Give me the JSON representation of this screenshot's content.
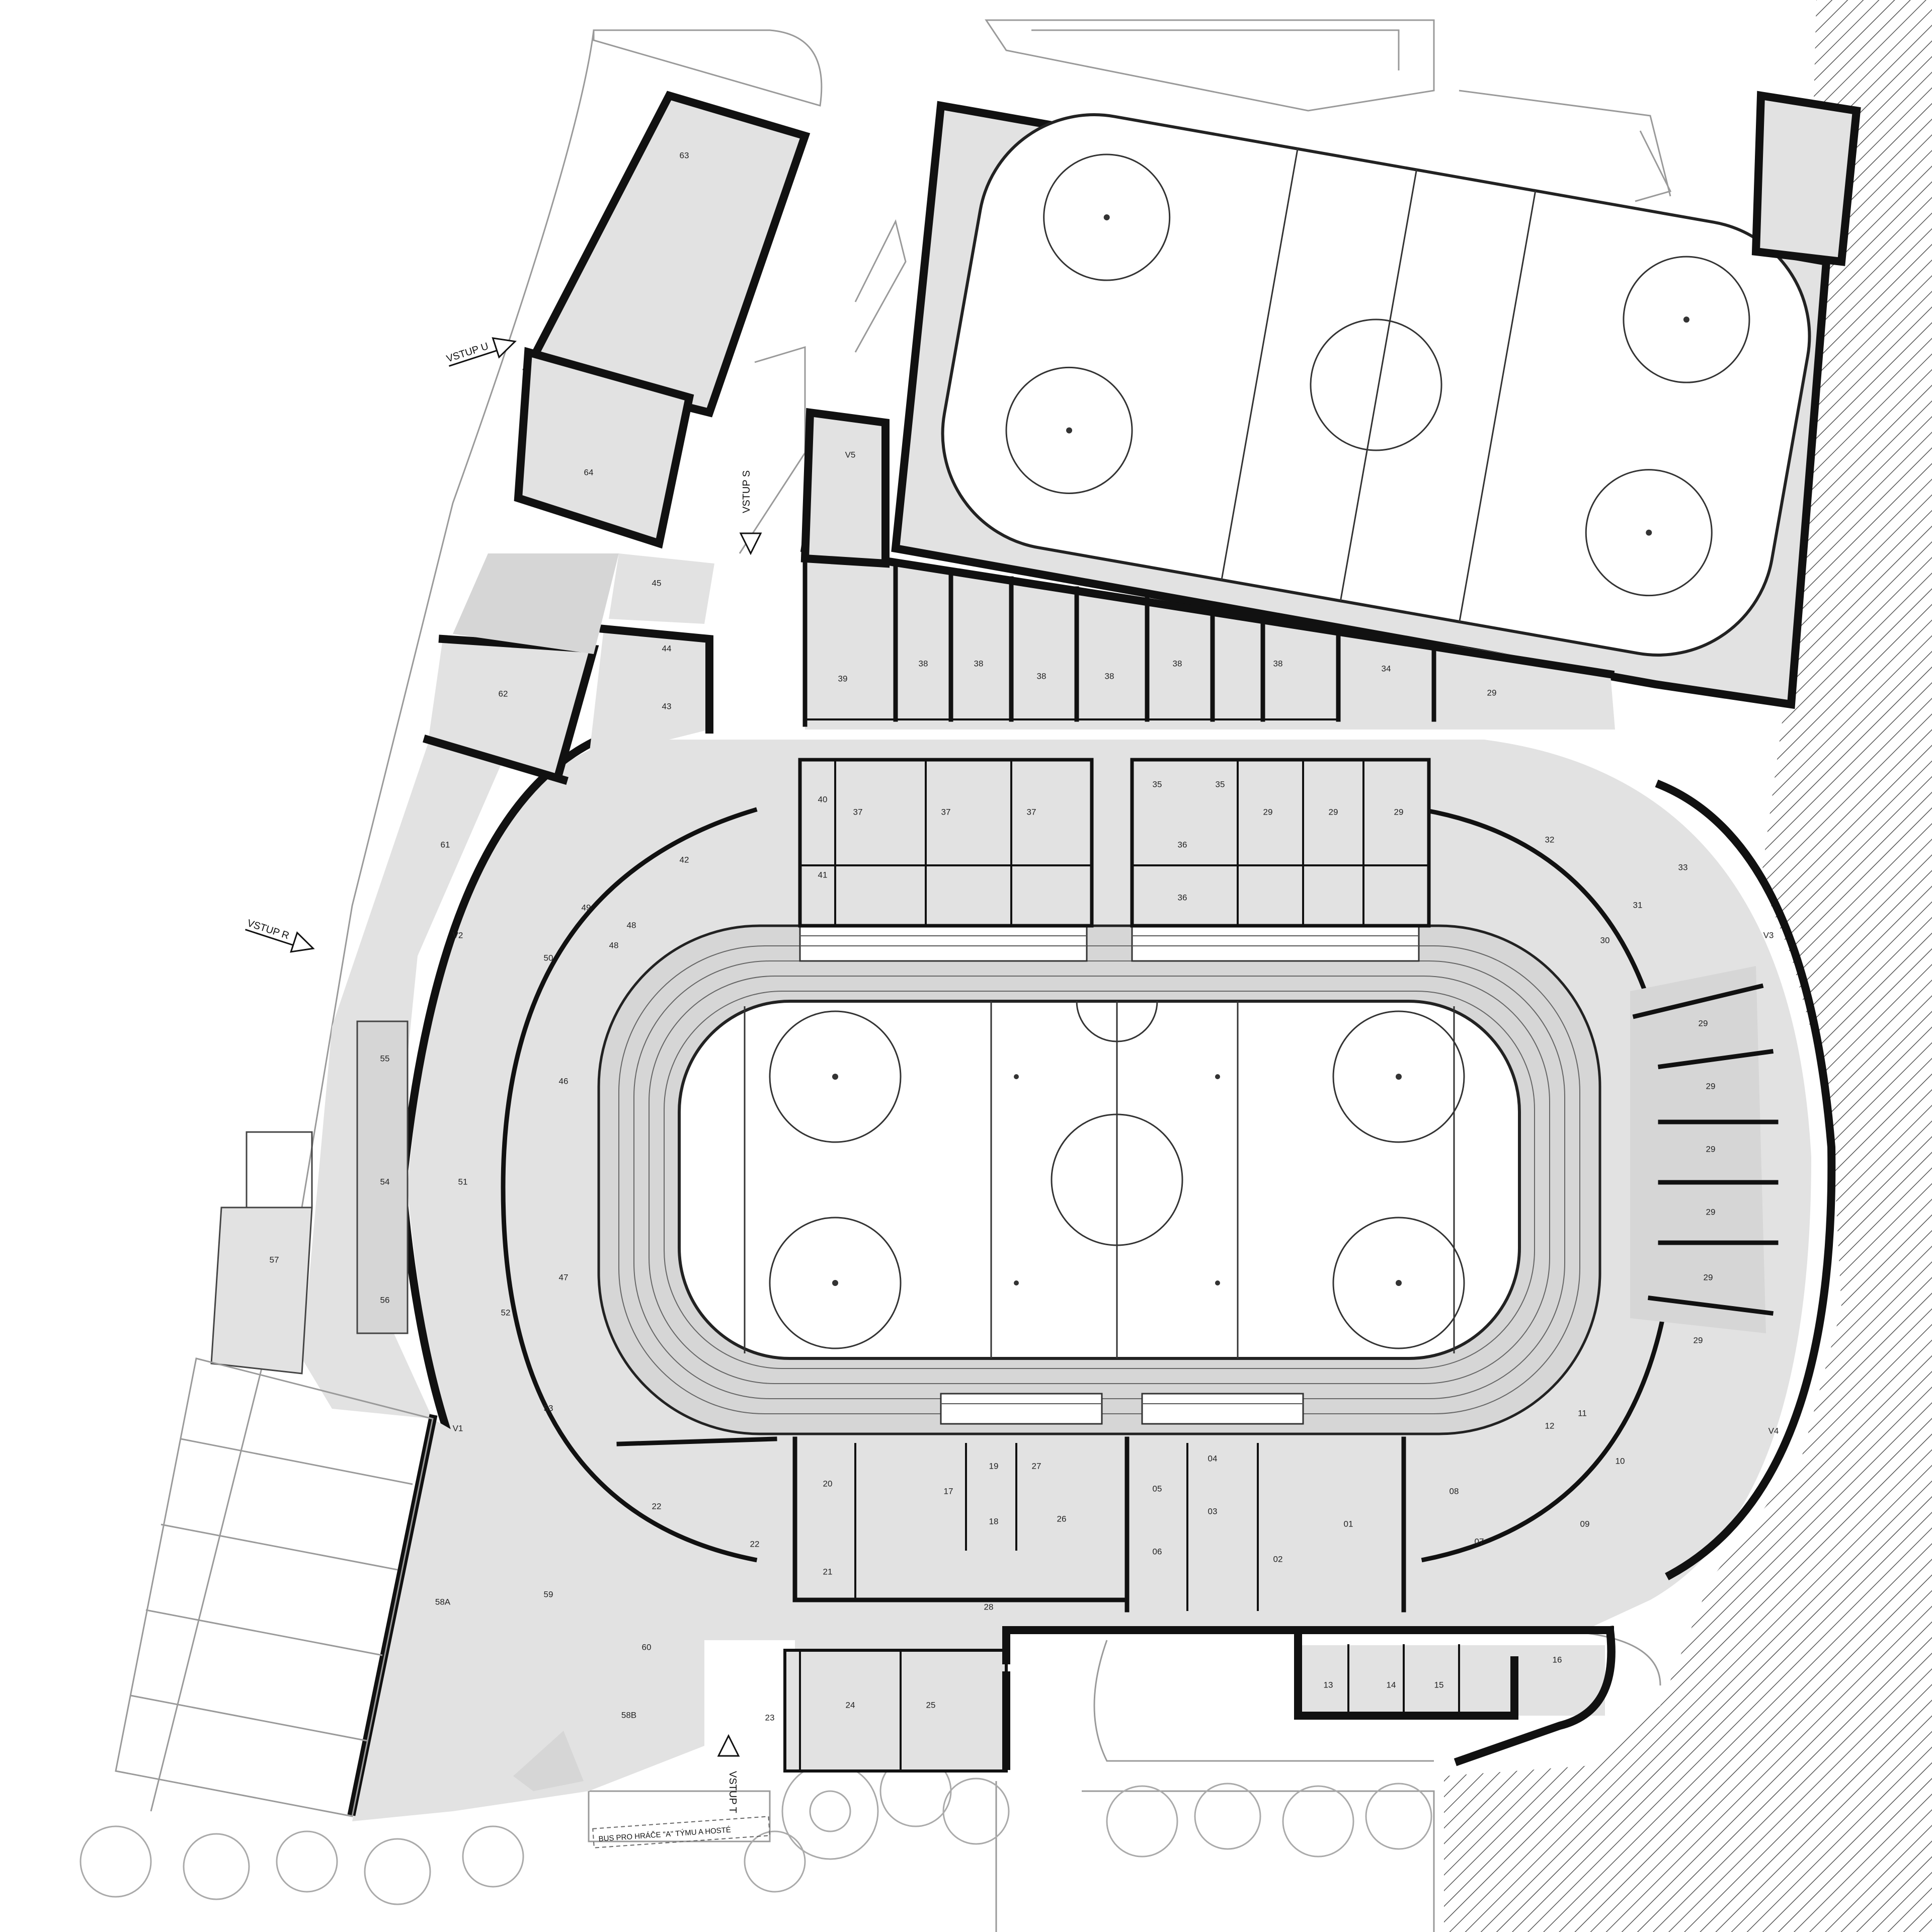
{
  "diagram": {
    "type": "architectural-floor-plan",
    "entrances": [
      {
        "id": "u",
        "label": "VSTUP U"
      },
      {
        "id": "s",
        "label": "VSTUP S"
      },
      {
        "id": "r",
        "label": "VSTUP R"
      },
      {
        "id": "t",
        "label": "VSTUP T"
      }
    ],
    "notes": {
      "bus": "BUS PRO HRÁČE \"A\" TÝMU A HOSTÉ"
    },
    "rooms": {
      "r01": "01",
      "r02": "02",
      "r03": "03",
      "r04": "04",
      "r05": "05",
      "r06": "06",
      "r07": "07",
      "r08": "08",
      "r09": "09",
      "r10": "10",
      "r11": "11",
      "r12": "12",
      "r13": "13",
      "r14": "14",
      "r15": "15",
      "r16": "16",
      "r17": "17",
      "r18": "18",
      "r19": "19",
      "r20": "20",
      "r21": "21",
      "r22a": "22",
      "r22b": "22",
      "r23": "23",
      "r24": "24",
      "r25": "25",
      "r26": "26",
      "r27": "27",
      "r28": "28",
      "r29a": "29",
      "r29b": "29",
      "r29c": "29",
      "r29d": "29",
      "r29e": "29",
      "r29f": "29",
      "r29g": "29",
      "r29h": "29",
      "r29i": "29",
      "r29j": "29",
      "r30": "30",
      "r31": "31",
      "r32": "32",
      "r33": "33",
      "r34": "34",
      "r35a": "35",
      "r35b": "35",
      "r36a": "36",
      "r36b": "36",
      "r37a": "37",
      "r37b": "37",
      "r37c": "37",
      "r38a": "38",
      "r38b": "38",
      "r38c": "38",
      "r38d": "38",
      "r38e": "38",
      "r38f": "38",
      "r39": "39",
      "r40": "40",
      "r41": "41",
      "r42": "42",
      "r43": "43",
      "r44": "44",
      "r45": "45",
      "r46": "46",
      "r47": "47",
      "r48a": "48",
      "r48b": "48",
      "r49": "49",
      "r50": "50",
      "r51": "51",
      "r52": "52",
      "r53": "53",
      "r54": "54",
      "r55": "55",
      "r56": "56",
      "r57": "57",
      "r58a": "58A",
      "r58b": "58B",
      "r59": "59",
      "r60": "60",
      "r61": "61",
      "r62": "62",
      "r63": "63",
      "r64": "64",
      "v1": "V1",
      "v2": "V2",
      "v3": "V3",
      "v4": "V4",
      "v5": "V5"
    },
    "colors": {
      "floor": "#e2e2e2",
      "wall": "#111111",
      "ice": "#ffffff",
      "hatch": "#444444"
    }
  }
}
